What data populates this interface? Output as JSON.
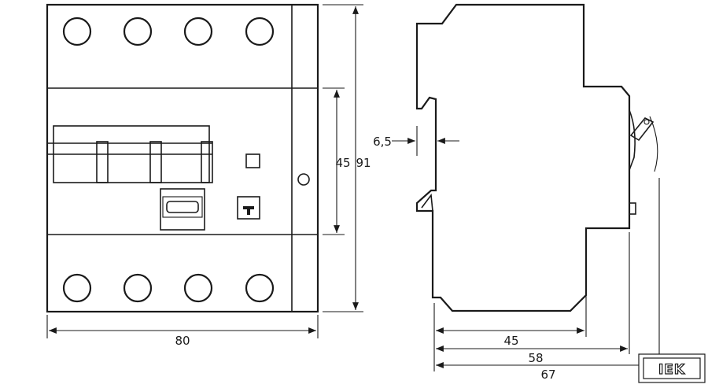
{
  "dimensions": {
    "front_width": "80",
    "front_height_total": "91",
    "front_height_window": "45",
    "rail_offset": "6,5",
    "depth_45": "45",
    "depth_58": "58",
    "depth_67": "67"
  },
  "logo": {
    "text": "IEK"
  }
}
